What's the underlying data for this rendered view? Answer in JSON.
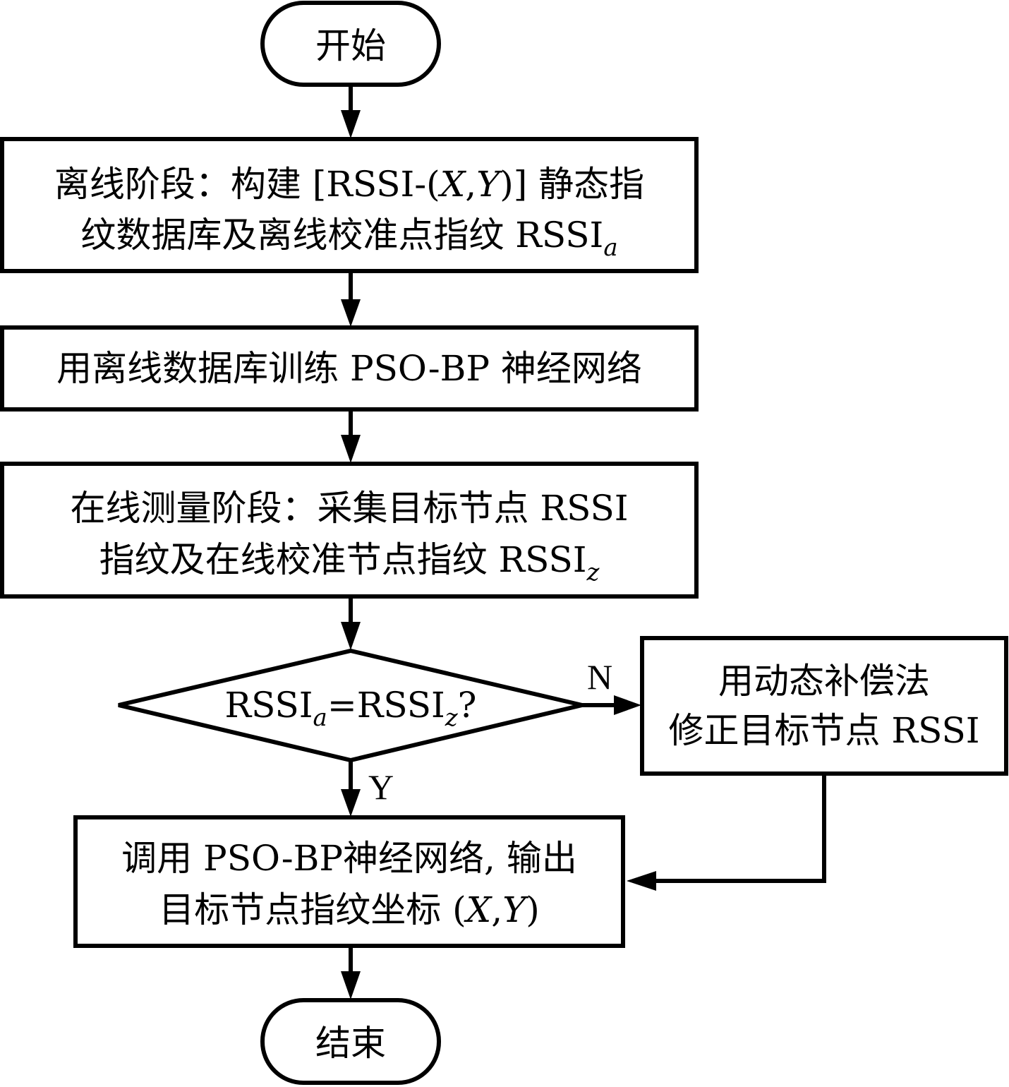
{
  "flowchart": {
    "start": {
      "label": "开始"
    },
    "step1": {
      "line1_prefix": "离线阶段：构建 [RSSI-(",
      "line1_x": "X",
      "line1_sep": ",",
      "line1_y": "Y",
      "line1_suffix": ")] 静态指",
      "line2_main": "纹数据库及离线校准点指纹 RSSI",
      "line2_sub": "a"
    },
    "step2": {
      "label": "用离线数据库训练 PSO-BP 神经网络"
    },
    "step3": {
      "line1": "在线测量阶段：采集目标节点 RSSI",
      "line2_main": "指纹及在线校准节点指纹 RSSI",
      "line2_sub": "z"
    },
    "decision": {
      "part1": "RSSI",
      "sub1": "a",
      "part2": "=RSSI",
      "sub2": "z",
      "part3": "?",
      "yes_label": "Y",
      "no_label": "N"
    },
    "compensate": {
      "line1": "用动态补偿法",
      "line2": "修正目标节点 RSSI"
    },
    "step4": {
      "line1": "调用 PSO-BP神经网络, 输出",
      "line2_prefix": "目标节点指纹坐标 (",
      "line2_x": "X",
      "line2_sep": ",",
      "line2_y": "Y",
      "line2_suffix": ")"
    },
    "end": {
      "label": "结束"
    }
  }
}
